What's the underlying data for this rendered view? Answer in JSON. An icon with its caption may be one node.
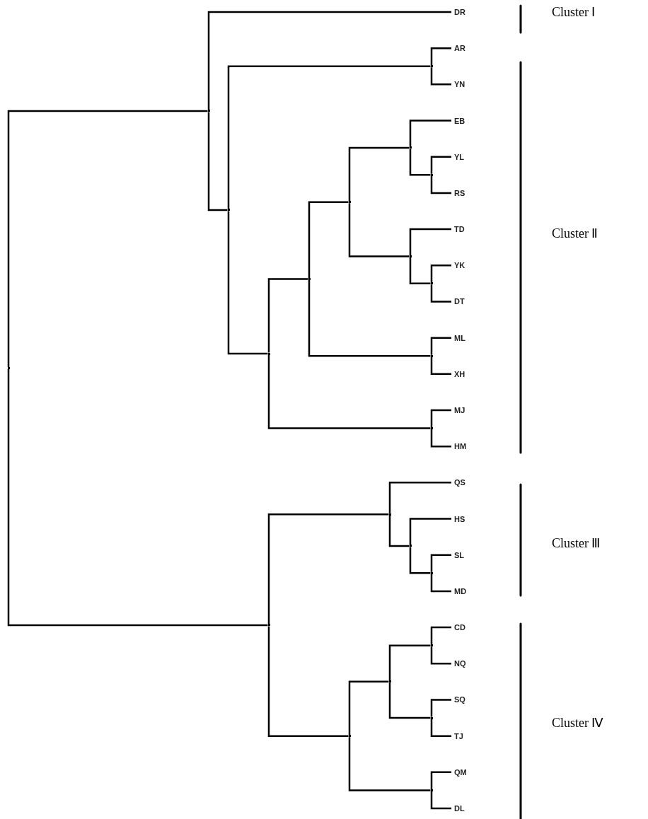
{
  "diagram": {
    "nodes": [
      {
        "text": [],
        "shape": "point"
      },
      {
        "text": [],
        "shape": "point"
      },
      {
        "text": [
          "DR"
        ]
      },
      {
        "text": [],
        "shape": "point"
      },
      {
        "text": [],
        "shape": "point"
      },
      {
        "text": [
          "AR"
        ]
      },
      {
        "text": [
          "YN"
        ]
      },
      {
        "text": [],
        "shape": "point"
      },
      {
        "text": [],
        "shape": "point"
      },
      {
        "text": [],
        "shape": "point"
      },
      {
        "text": [],
        "shape": "point"
      },
      {
        "text": [
          "EB"
        ]
      },
      {
        "text": [],
        "shape": "point"
      },
      {
        "text": [
          "YL"
        ]
      },
      {
        "text": [
          "RS"
        ]
      },
      {
        "text": [],
        "shape": "point"
      },
      {
        "text": [
          "TD"
        ]
      },
      {
        "text": [],
        "shape": "point"
      },
      {
        "text": [
          "YK"
        ]
      },
      {
        "text": [
          "DT"
        ]
      },
      {
        "text": [],
        "shape": "point"
      },
      {
        "text": [
          "ML"
        ]
      },
      {
        "text": [
          "XH"
        ]
      },
      {
        "text": [],
        "shape": "point"
      },
      {
        "text": [
          "MJ"
        ]
      },
      {
        "text": [
          "HM"
        ]
      },
      {
        "text": [],
        "shape": "point"
      },
      {
        "text": [],
        "shape": "point"
      },
      {
        "text": [
          "QS"
        ]
      },
      {
        "text": [],
        "shape": "point"
      },
      {
        "text": [
          "HS"
        ]
      },
      {
        "text": [],
        "shape": "point"
      },
      {
        "text": [
          "SL"
        ]
      },
      {
        "text": [
          "MD"
        ]
      },
      {
        "text": [],
        "shape": "point"
      },
      {
        "text": [],
        "shape": "point"
      },
      {
        "text": [],
        "shape": "point"
      },
      {
        "text": [
          "CD"
        ]
      },
      {
        "text": [
          "NQ"
        ]
      },
      {
        "text": [],
        "shape": "point"
      },
      {
        "text": [
          "SQ"
        ]
      },
      {
        "text": [
          "TJ"
        ]
      },
      {
        "text": [],
        "shape": "point"
      },
      {
        "text": [
          "QM"
        ]
      },
      {
        "text": [
          "DL"
        ]
      }
    ],
    "edges": [
      {
        "from": 0,
        "to": 1,
        "arrow": "none"
      },
      {
        "from": 0,
        "to": 26,
        "arrow": "none"
      },
      {
        "from": 1,
        "to": 2,
        "arrow": "none"
      },
      {
        "from": 1,
        "to": 3,
        "arrow": "none"
      },
      {
        "from": 3,
        "to": 4,
        "arrow": "none"
      },
      {
        "from": 3,
        "to": 7,
        "arrow": "none"
      },
      {
        "from": 4,
        "to": 5,
        "arrow": "none"
      },
      {
        "from": 4,
        "to": 6,
        "arrow": "none"
      },
      {
        "from": 7,
        "to": 8,
        "arrow": "none"
      },
      {
        "from": 7,
        "to": 23,
        "arrow": "none"
      },
      {
        "from": 8,
        "to": 9,
        "arrow": "none"
      },
      {
        "from": 8,
        "to": 20,
        "arrow": "none"
      },
      {
        "from": 9,
        "to": 10,
        "arrow": "none"
      },
      {
        "from": 9,
        "to": 15,
        "arrow": "none"
      },
      {
        "from": 10,
        "to": 11,
        "arrow": "none"
      },
      {
        "from": 10,
        "to": 12,
        "arrow": "none"
      },
      {
        "from": 12,
        "to": 13,
        "arrow": "none"
      },
      {
        "from": 12,
        "to": 14,
        "arrow": "none"
      },
      {
        "from": 15,
        "to": 16,
        "arrow": "none"
      },
      {
        "from": 15,
        "to": 17,
        "arrow": "none"
      },
      {
        "from": 17,
        "to": 18,
        "arrow": "none"
      },
      {
        "from": 17,
        "to": 19,
        "arrow": "none"
      },
      {
        "from": 20,
        "to": 21,
        "arrow": "none"
      },
      {
        "from": 20,
        "to": 22,
        "arrow": "none"
      },
      {
        "from": 23,
        "to": 24,
        "arrow": "none"
      },
      {
        "from": 23,
        "to": 25,
        "arrow": "none"
      },
      {
        "from": 26,
        "to": 27,
        "arrow": "none"
      },
      {
        "from": 26,
        "to": 34,
        "arrow": "none"
      },
      {
        "from": 27,
        "to": 28,
        "arrow": "none"
      },
      {
        "from": 27,
        "to": 29,
        "arrow": "none"
      },
      {
        "from": 29,
        "to": 30,
        "arrow": "none"
      },
      {
        "from": 29,
        "to": 31,
        "arrow": "none"
      },
      {
        "from": 31,
        "to": 32,
        "arrow": "none"
      },
      {
        "from": 31,
        "to": 33,
        "arrow": "none"
      },
      {
        "from": 34,
        "to": 35,
        "arrow": "none"
      },
      {
        "from": 34,
        "to": 42,
        "arrow": "none"
      },
      {
        "from": 35,
        "to": 36,
        "arrow": "none"
      },
      {
        "from": 35,
        "to": 39,
        "arrow": "none"
      },
      {
        "from": 36,
        "to": 37,
        "arrow": "none"
      },
      {
        "from": 36,
        "to": 38,
        "arrow": "none"
      },
      {
        "from": 39,
        "to": 40,
        "arrow": "none"
      },
      {
        "from": 39,
        "to": 41,
        "arrow": "none"
      },
      {
        "from": 42,
        "to": 43,
        "arrow": "none"
      },
      {
        "from": 42,
        "to": 44,
        "arrow": "none"
      }
    ],
    "labels": [
      "Cluster Ⅰ",
      "Cluster Ⅱ",
      "Cluster Ⅲ",
      "Cluster Ⅳ"
    ]
  }
}
